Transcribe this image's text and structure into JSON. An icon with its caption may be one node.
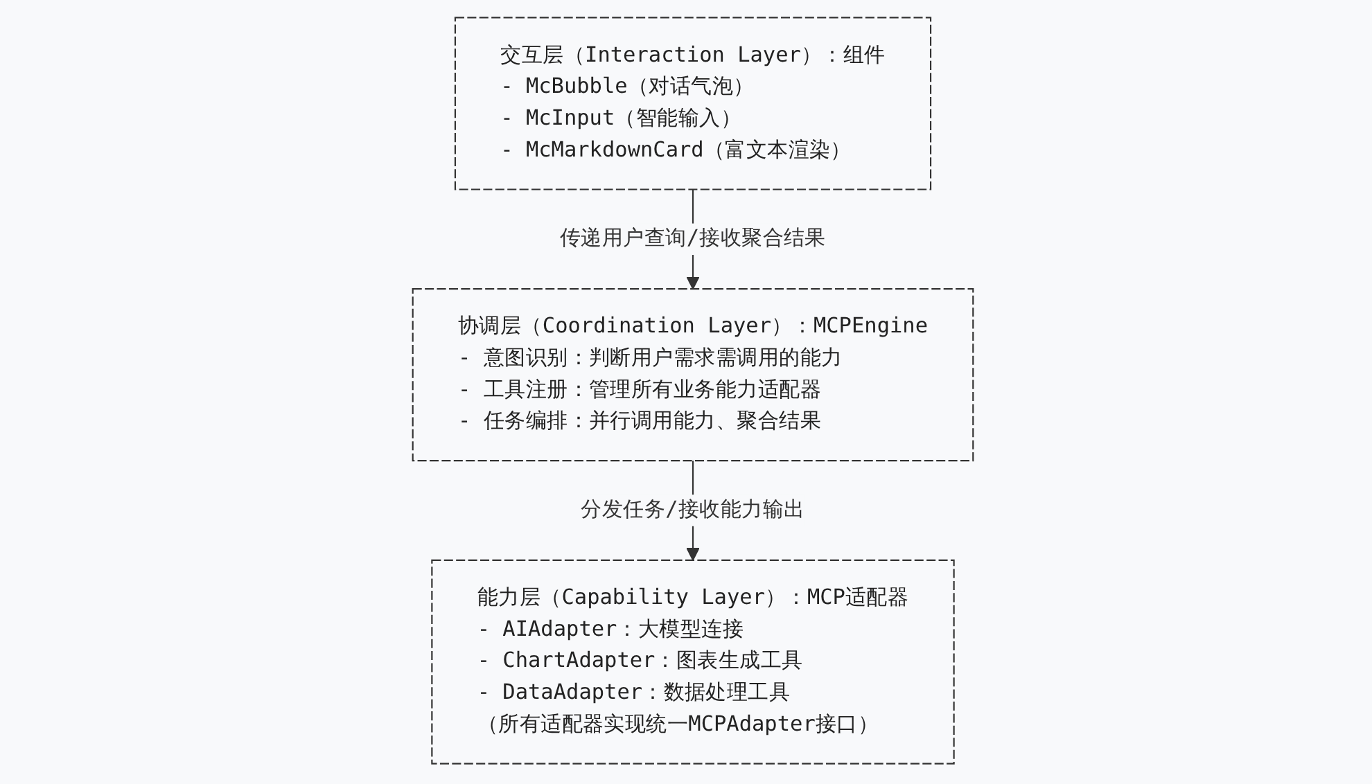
{
  "diagram": {
    "nodes": [
      {
        "text": [
          "交互层（Interaction Layer）：组件",
          "- McBubble（对话气泡）",
          "- McInput（智能输入）",
          "- McMarkdownCard（富文本渲染）"
        ]
      },
      {
        "text": [
          "协调层（Coordination Layer）：MCPEngine",
          "- 意图识别：判断用户需求需调用的能力",
          "- 工具注册：管理所有业务能力适配器",
          "- 任务编排：并行调用能力、聚合结果"
        ]
      },
      {
        "text": [
          "能力层（Capability Layer）：MCP适配器",
          "- AIAdapter：大模型连接",
          "- ChartAdapter：图表生成工具",
          "- DataAdapter：数据处理工具",
          "（所有适配器实现统一MCPAdapter接口）"
        ]
      }
    ],
    "edges": [
      {
        "from": 0,
        "to": 1,
        "arrow": "to",
        "label": "传递用户查询/接收聚合结果"
      },
      {
        "from": 1,
        "to": 2,
        "arrow": "to",
        "label": "分发任务/接收能力输出"
      }
    ]
  }
}
